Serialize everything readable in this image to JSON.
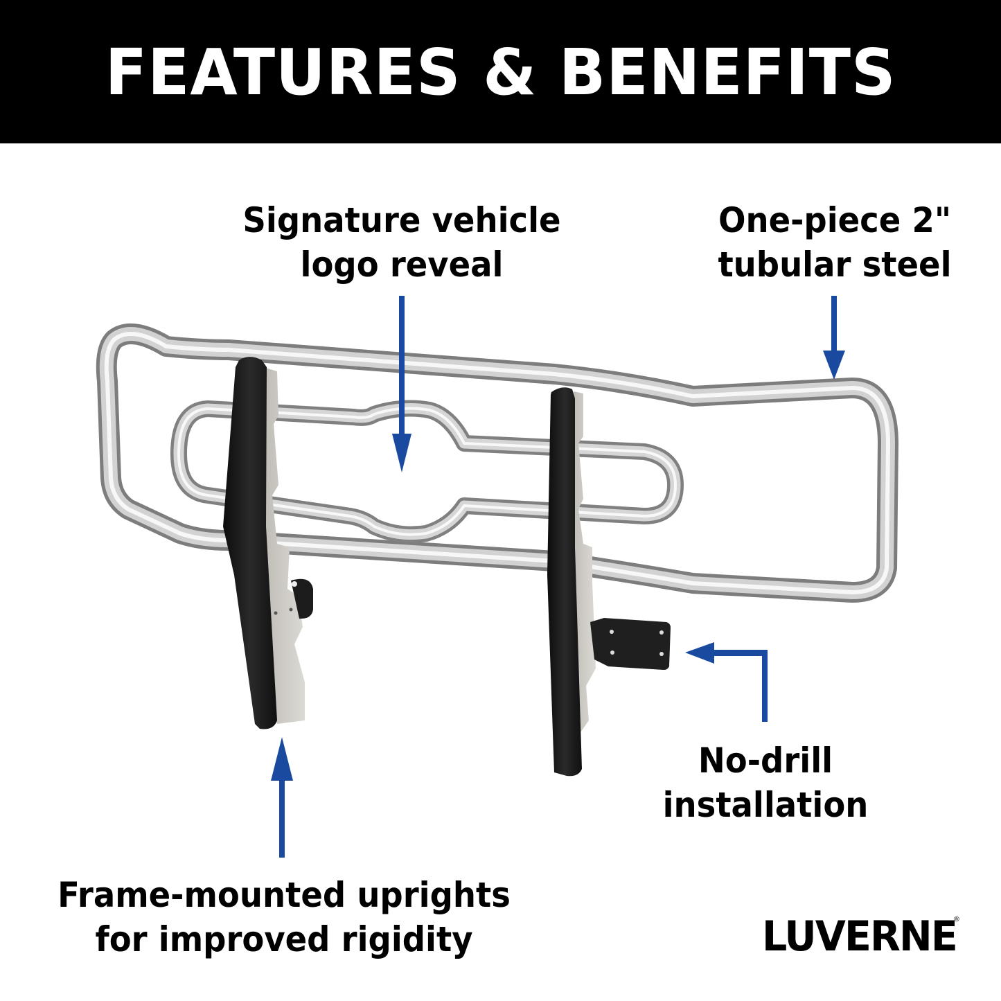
{
  "header": {
    "title": "FEATURES & BENEFITS",
    "background": "#000000",
    "text_color": "#ffffff"
  },
  "callouts": {
    "logo_reveal": {
      "line1": "Signature vehicle",
      "line2": "logo reveal"
    },
    "tubular_steel": {
      "line1": "One-piece 2\"",
      "line2": "tubular steel"
    },
    "no_drill": {
      "line1": "No-drill",
      "line2": "installation"
    },
    "frame_mounted": {
      "line1": "Frame-mounted uprights",
      "line2": "for improved rigidity"
    }
  },
  "arrows": {
    "color": "#1a4aa0",
    "items": [
      {
        "name": "logo-reveal-arrow",
        "direction": "down"
      },
      {
        "name": "tubular-steel-arrow",
        "direction": "down"
      },
      {
        "name": "no-drill-arrow",
        "direction": "left-elbow"
      },
      {
        "name": "frame-mounted-arrow",
        "direction": "up"
      }
    ]
  },
  "product": {
    "name": "grille-guard",
    "tube_color": "#c9c9c9",
    "upright_color": "#1a1a1a",
    "plate_color": "#cfcdc8"
  },
  "brand": {
    "name": "LUVERNE",
    "registered": "®"
  }
}
